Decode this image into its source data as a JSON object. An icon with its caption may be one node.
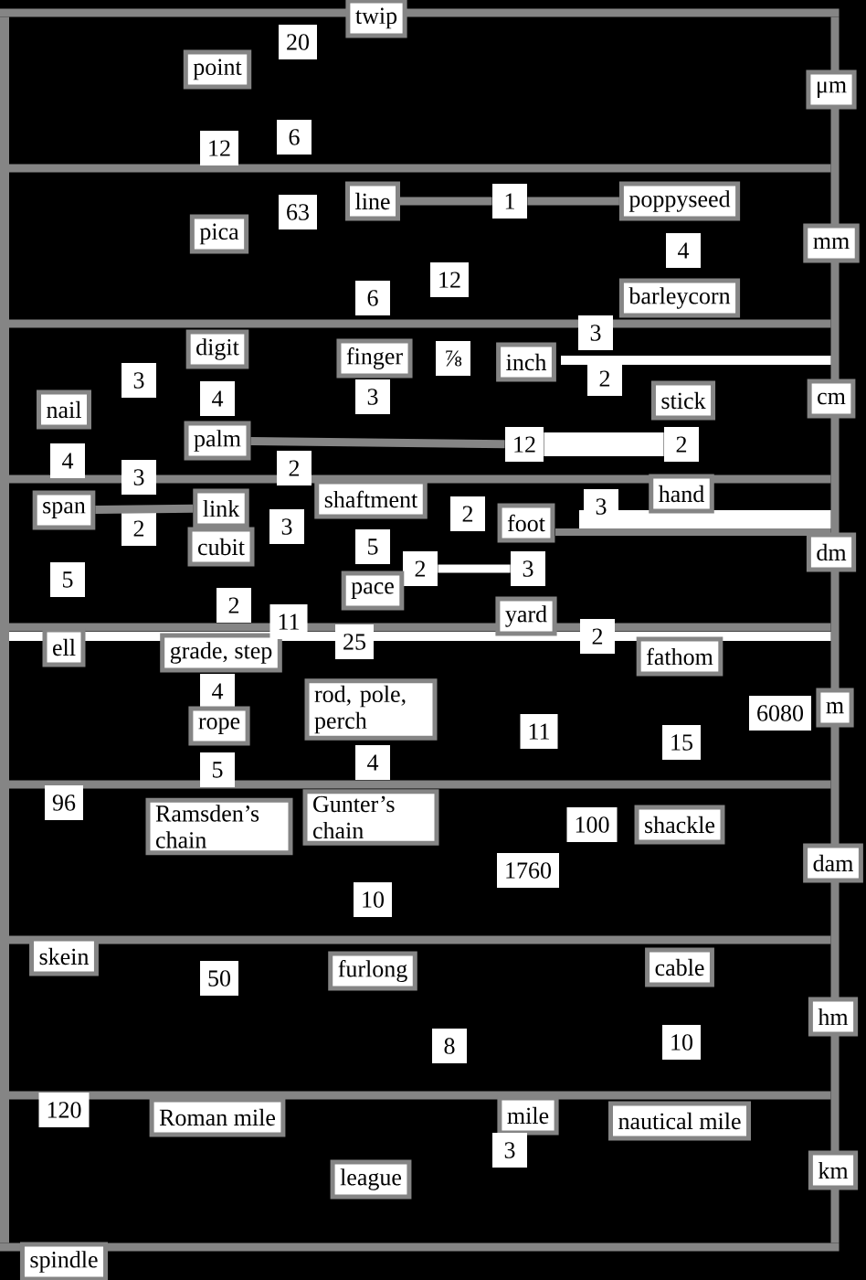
{
  "diagram": {
    "nodes": [
      {
        "text": [
          "twip"
        ]
      },
      {
        "text": [
          "20"
        ]
      },
      {
        "text": [
          "point"
        ]
      },
      {
        "text": [
          "μm"
        ]
      },
      {
        "text": [
          "12"
        ]
      },
      {
        "text": [
          "6"
        ]
      },
      {
        "text": [
          "63"
        ]
      },
      {
        "text": [
          "line"
        ]
      },
      {
        "text": [
          "1"
        ]
      },
      {
        "text": [
          "poppyseed"
        ]
      },
      {
        "text": [
          "pica"
        ]
      },
      {
        "text": [
          "4"
        ]
      },
      {
        "text": [
          "mm"
        ]
      },
      {
        "text": [
          "6"
        ]
      },
      {
        "text": [
          "12"
        ]
      },
      {
        "text": [
          "barleycorn"
        ]
      },
      {
        "text": [
          "3"
        ]
      },
      {
        "text": [
          "digit"
        ]
      },
      {
        "text": [
          "finger"
        ]
      },
      {
        "text": [
          "⅞"
        ]
      },
      {
        "text": [
          "inch"
        ]
      },
      {
        "text": [
          "nail"
        ]
      },
      {
        "text": [
          "3"
        ]
      },
      {
        "text": [
          "4"
        ]
      },
      {
        "text": [
          "3"
        ]
      },
      {
        "text": [
          "2"
        ]
      },
      {
        "text": [
          "stick"
        ]
      },
      {
        "text": [
          "cm"
        ]
      },
      {
        "text": [
          "4"
        ]
      },
      {
        "text": [
          "3"
        ]
      },
      {
        "text": [
          "palm"
        ]
      },
      {
        "text": [
          "2"
        ]
      },
      {
        "text": [
          "12"
        ]
      },
      {
        "text": [
          "2"
        ]
      },
      {
        "text": [
          "span"
        ]
      },
      {
        "text": [
          "2"
        ]
      },
      {
        "text": [
          "link"
        ]
      },
      {
        "text": [
          "3"
        ]
      },
      {
        "text": [
          "shaftment"
        ]
      },
      {
        "text": [
          "2"
        ]
      },
      {
        "text": [
          "foot"
        ]
      },
      {
        "text": [
          "3"
        ]
      },
      {
        "text": [
          "hand"
        ]
      },
      {
        "text": [
          "5"
        ]
      },
      {
        "text": [
          "cubit"
        ]
      },
      {
        "text": [
          "5"
        ]
      },
      {
        "text": [
          "2"
        ]
      },
      {
        "text": [
          "3"
        ]
      },
      {
        "text": [
          "dm"
        ]
      },
      {
        "text": [
          "pace"
        ]
      },
      {
        "text": [
          "2"
        ]
      },
      {
        "text": [
          "yard"
        ]
      },
      {
        "text": [
          "ell"
        ]
      },
      {
        "text": [
          "grade, step"
        ]
      },
      {
        "text": [
          "11"
        ]
      },
      {
        "text": [
          "25"
        ]
      },
      {
        "text": [
          "2"
        ]
      },
      {
        "text": [
          "fathom"
        ]
      },
      {
        "text": [
          "4"
        ]
      },
      {
        "text": [
          "rod, pole, perch"
        ]
      },
      {
        "text": [
          "6080"
        ]
      },
      {
        "text": [
          "m"
        ]
      },
      {
        "text": [
          "rope"
        ]
      },
      {
        "text": [
          "11"
        ]
      },
      {
        "text": [
          "15"
        ]
      },
      {
        "text": [
          "5"
        ]
      },
      {
        "text": [
          "4"
        ]
      },
      {
        "text": [
          "96"
        ]
      },
      {
        "text": [
          "Ramsden’s chain"
        ]
      },
      {
        "text": [
          "Gunter’s chain"
        ]
      },
      {
        "text": [
          "100"
        ]
      },
      {
        "text": [
          "shackle"
        ]
      },
      {
        "text": [
          "dam"
        ]
      },
      {
        "text": [
          "1760"
        ]
      },
      {
        "text": [
          "10"
        ]
      },
      {
        "text": [
          "skein"
        ]
      },
      {
        "text": [
          "50"
        ]
      },
      {
        "text": [
          "furlong"
        ]
      },
      {
        "text": [
          "cable"
        ]
      },
      {
        "text": [
          "hm"
        ]
      },
      {
        "text": [
          "8"
        ]
      },
      {
        "text": [
          "10"
        ]
      },
      {
        "text": [
          "120"
        ]
      },
      {
        "text": [
          "Roman mile"
        ]
      },
      {
        "text": [
          "mile"
        ]
      },
      {
        "text": [
          "nautical mile"
        ]
      },
      {
        "text": [
          "3"
        ]
      },
      {
        "text": [
          "league"
        ]
      },
      {
        "text": [
          "km"
        ]
      },
      {
        "text": [
          "spindle"
        ]
      }
    ],
    "edges": [
      {
        "from": 7,
        "to": 8,
        "arrow": "none"
      },
      {
        "from": 8,
        "to": 9,
        "arrow": "none"
      },
      {
        "from": 34,
        "to": 36,
        "arrow": "none"
      },
      {
        "from": 30,
        "to": 32,
        "arrow": "none"
      },
      {
        "from": 32,
        "to": 33,
        "arrow": "none",
        "style": "thick",
        "color": "#ffffff"
      },
      {
        "from": 46,
        "to": 47,
        "arrow": "none",
        "color": "#ffffff"
      }
    ]
  }
}
